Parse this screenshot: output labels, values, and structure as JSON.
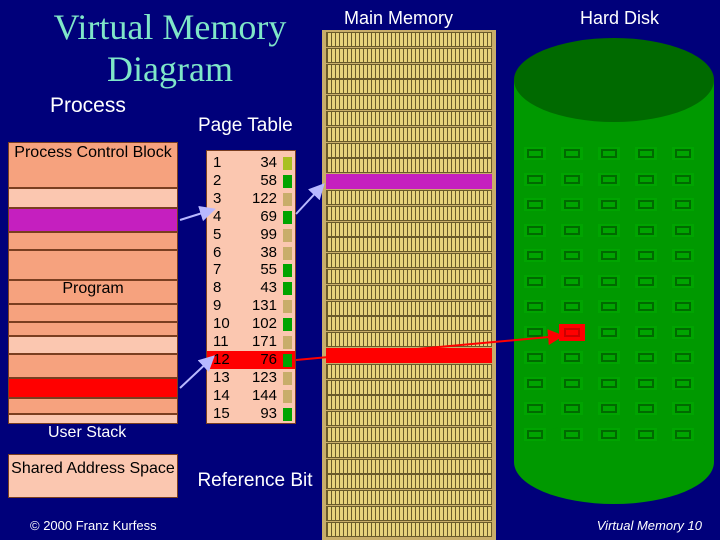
{
  "title": "Virtual Memory Diagram",
  "process": {
    "heading": "Process",
    "pcb": "Process Control Block",
    "program": "Program",
    "user_stack": "User Stack",
    "shared": "Shared Address Space"
  },
  "page_table": {
    "heading": "Page Table",
    "rows": [
      {
        "page": "1",
        "frame": "34",
        "bit": "#a8c020"
      },
      {
        "page": "2",
        "frame": "58",
        "bit": "#00a400"
      },
      {
        "page": "3",
        "frame": "122",
        "bit": "#c8ad6a"
      },
      {
        "page": "4",
        "frame": "69",
        "bit": "#00a400"
      },
      {
        "page": "5",
        "frame": "99",
        "bit": "#c8ad6a"
      },
      {
        "page": "6",
        "frame": "38",
        "bit": "#c8ad6a"
      },
      {
        "page": "7",
        "frame": "55",
        "bit": "#00a400"
      },
      {
        "page": "8",
        "frame": "43",
        "bit": "#00a400"
      },
      {
        "page": "9",
        "frame": "131",
        "bit": "#c8ad6a"
      },
      {
        "page": "10",
        "frame": "102",
        "bit": "#00a400"
      },
      {
        "page": "11",
        "frame": "171",
        "bit": "#c8ad6a"
      },
      {
        "page": "12",
        "frame": "76",
        "bit": "#00a400"
      },
      {
        "page": "13",
        "frame": "123",
        "bit": "#c8ad6a"
      },
      {
        "page": "14",
        "frame": "144",
        "bit": "#c8ad6a"
      },
      {
        "page": "15",
        "frame": "93",
        "bit": "#00a400"
      }
    ],
    "highlight_row": 12
  },
  "main_memory": {
    "heading": "Main Memory"
  },
  "hard_disk": {
    "heading": "Hard Disk"
  },
  "reference_bit": "Reference Bit",
  "footer": {
    "left": "© 2000 Franz Kurfess",
    "right": "Virtual Memory 10"
  },
  "colors": {
    "background": "#00007a",
    "process": "#f6a27e",
    "magenta": "#c51fbf",
    "red": "#ff0000",
    "green": "#00a400",
    "memory": "#c8ad6a"
  }
}
